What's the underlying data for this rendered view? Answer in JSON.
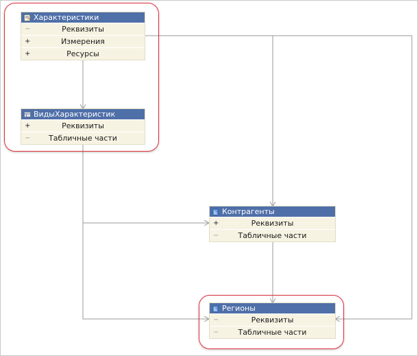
{
  "entities": {
    "characteristics": {
      "title": "Характеристики",
      "icon": "register-icon",
      "rows": [
        {
          "sign": "−",
          "label": "Реквизиты"
        },
        {
          "sign": "+",
          "label": "Измерения"
        },
        {
          "sign": "+",
          "label": "Ресурсы"
        }
      ]
    },
    "characteristic_types": {
      "title": "ВидыХарактеристик",
      "icon": "catalog-icon",
      "rows": [
        {
          "sign": "+",
          "label": "Реквизиты"
        },
        {
          "sign": "−",
          "label": "Табличные части"
        }
      ]
    },
    "counterparties": {
      "title": "Контрагенты",
      "icon": "directory-icon",
      "rows": [
        {
          "sign": "+",
          "label": "Реквизиты"
        },
        {
          "sign": "−",
          "label": "Табличные части"
        }
      ]
    },
    "regions": {
      "title": "Регионы",
      "icon": "directory-icon",
      "rows": [
        {
          "sign": "−",
          "label": "Реквизиты"
        },
        {
          "sign": "−",
          "label": "Табличные части"
        }
      ]
    }
  },
  "colors": {
    "header": "#4f6fa8",
    "body": "#f7f3e3",
    "connector": "#9a9a9a",
    "highlight": "#e0303a"
  }
}
